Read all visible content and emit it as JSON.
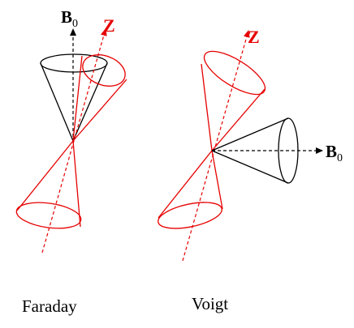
{
  "labels": {
    "b_field": "B",
    "b_subscript": "0",
    "z_axis": "Z"
  },
  "panels": [
    {
      "caption": "Faraday"
    },
    {
      "caption": "Voigt"
    }
  ],
  "colors": {
    "red": "#e60000",
    "black": "#000000"
  }
}
